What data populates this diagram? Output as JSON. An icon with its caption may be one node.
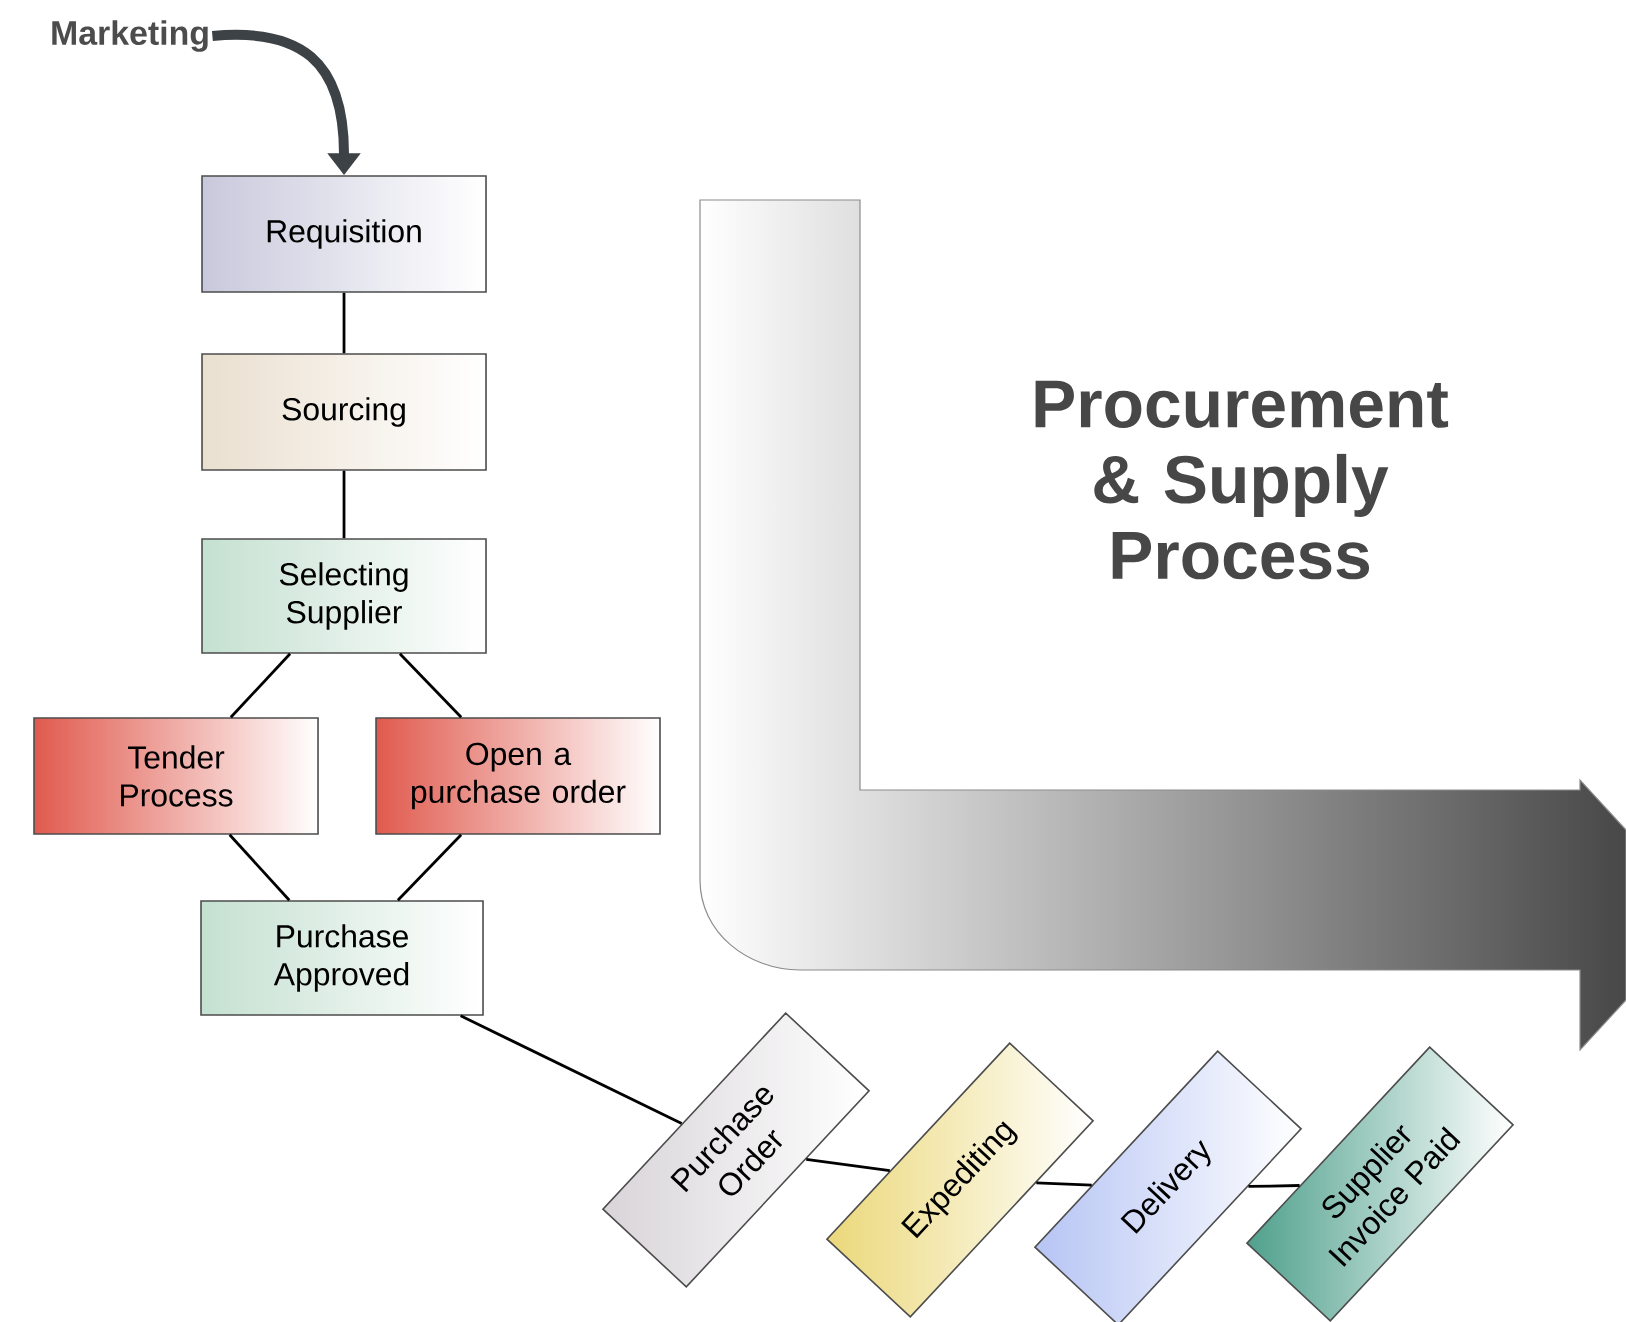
{
  "diagram": {
    "title": "Procurement & Supply Process",
    "nodes": [
      {
        "text": [
          "Marketing"
        ]
      },
      {
        "text": [
          "Requisition"
        ]
      },
      {
        "text": [
          "Sourcing"
        ]
      },
      {
        "text": [
          "Selecting Supplier"
        ]
      },
      {
        "text": [
          "Tender Process"
        ]
      },
      {
        "text": [
          "Open a purchase order"
        ]
      },
      {
        "text": [
          "Purchase Approved"
        ]
      },
      {
        "text": [
          "Purchase Order"
        ]
      },
      {
        "text": [
          "Expediting"
        ]
      },
      {
        "text": [
          "Delivery"
        ]
      },
      {
        "text": [
          "Supplier Invoice Paid"
        ]
      }
    ],
    "edges": [
      {
        "from": 0,
        "to": 1,
        "arrow": "to",
        "style": "thick",
        "color": "#3d4247"
      },
      {
        "from": 1,
        "to": 2,
        "arrow": "none"
      },
      {
        "from": 2,
        "to": 3,
        "arrow": "none"
      },
      {
        "from": 3,
        "to": 4,
        "arrow": "none"
      },
      {
        "from": 3,
        "to": 5,
        "arrow": "none"
      },
      {
        "from": 4,
        "to": 6,
        "arrow": "none"
      },
      {
        "from": 5,
        "to": 6,
        "arrow": "none"
      },
      {
        "from": 6,
        "to": 7,
        "arrow": "none"
      },
      {
        "from": 7,
        "to": 8,
        "arrow": "none"
      },
      {
        "from": 8,
        "to": 9,
        "arrow": "none"
      },
      {
        "from": 9,
        "to": 10,
        "arrow": "none"
      }
    ]
  }
}
